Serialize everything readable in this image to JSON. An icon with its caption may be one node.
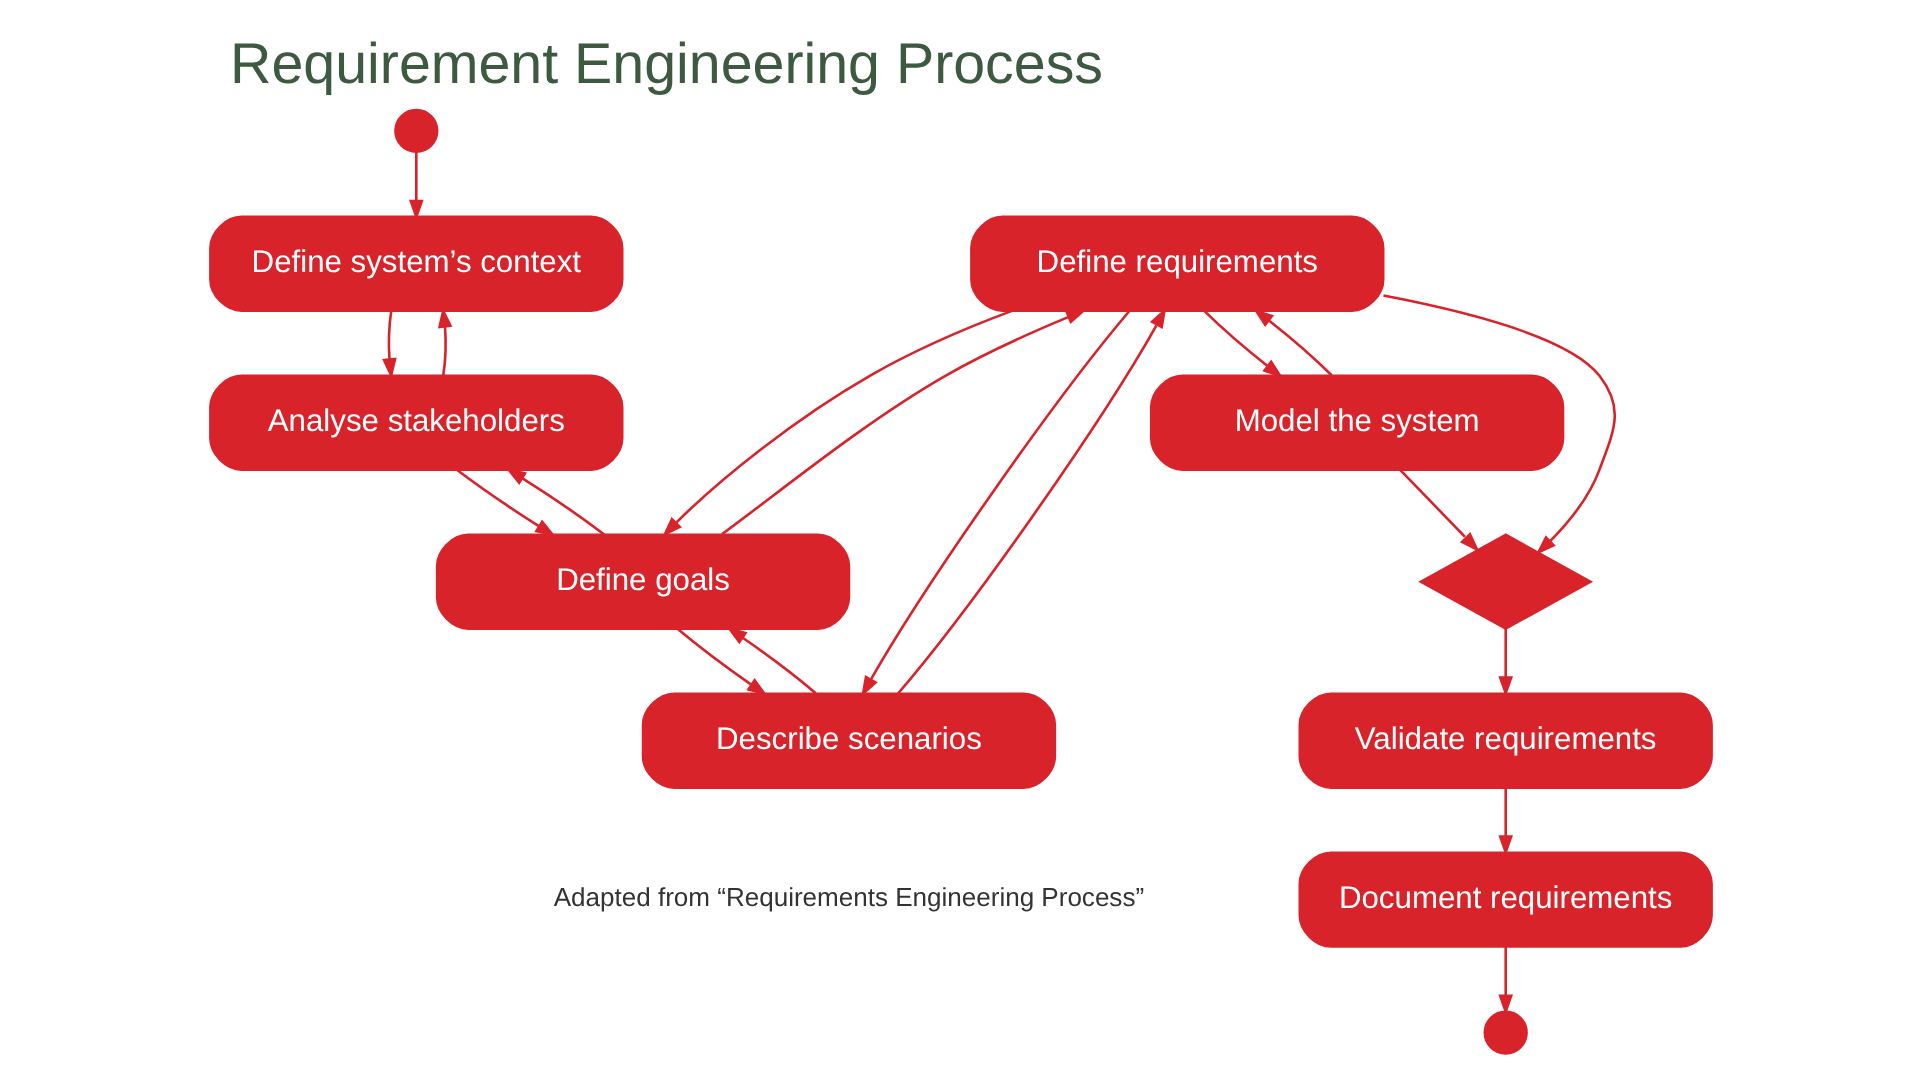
{
  "diagram": {
    "title": "Requirement Engineering Process",
    "caption": "Adapted from “Requirements Engineering Process”",
    "nodes": [
      {
        "text": [],
        "shape": "circle"
      },
      {
        "text": [
          "Define system’s context"
        ]
      },
      {
        "text": [
          "Analyse stakeholders"
        ]
      },
      {
        "text": [
          "Define goals"
        ]
      },
      {
        "text": [
          "Describe scenarios"
        ]
      },
      {
        "text": [
          "Define requirements"
        ]
      },
      {
        "text": [
          "Model the system"
        ]
      },
      {
        "text": [],
        "shape": "diamond"
      },
      {
        "text": [
          "Validate requirements"
        ]
      },
      {
        "text": [
          "Document requirements"
        ]
      },
      {
        "text": [],
        "shape": "circle"
      }
    ],
    "edges": [
      {
        "from": 0,
        "to": 1,
        "arrow": "to"
      },
      {
        "from": 1,
        "to": 2,
        "arrow": "to"
      },
      {
        "from": 2,
        "to": 1,
        "arrow": "to"
      },
      {
        "from": 2,
        "to": 3,
        "arrow": "to"
      },
      {
        "from": 3,
        "to": 2,
        "arrow": "to"
      },
      {
        "from": 3,
        "to": 4,
        "arrow": "to"
      },
      {
        "from": 4,
        "to": 3,
        "arrow": "to"
      },
      {
        "from": 3,
        "to": 5,
        "arrow": "to"
      },
      {
        "from": 5,
        "to": 3,
        "arrow": "to"
      },
      {
        "from": 4,
        "to": 5,
        "arrow": "to"
      },
      {
        "from": 5,
        "to": 4,
        "arrow": "to"
      },
      {
        "from": 5,
        "to": 6,
        "arrow": "to"
      },
      {
        "from": 6,
        "to": 5,
        "arrow": "to"
      },
      {
        "from": 5,
        "to": 7,
        "arrow": "to"
      },
      {
        "from": 6,
        "to": 7,
        "arrow": "to"
      },
      {
        "from": 7,
        "to": 8,
        "arrow": "to"
      },
      {
        "from": 8,
        "to": 9,
        "arrow": "to"
      },
      {
        "from": 9,
        "to": 10,
        "arrow": "to"
      }
    ]
  }
}
